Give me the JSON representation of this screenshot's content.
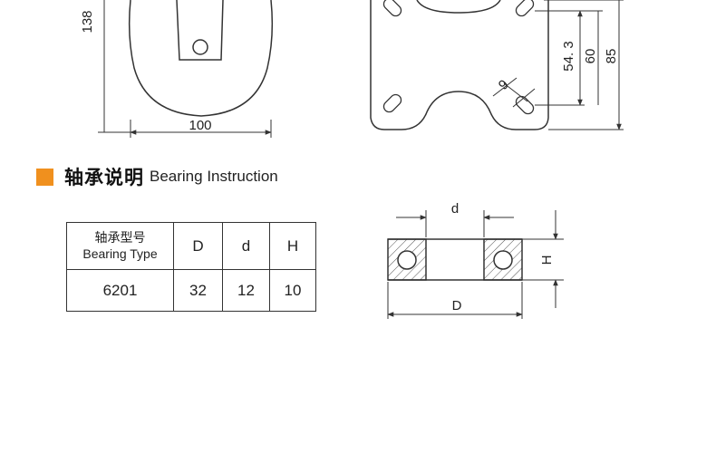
{
  "wheel_drawing": {
    "height_label": "138",
    "width_label": "100"
  },
  "plate_drawing": {
    "hole_pitch_label": "54. 3",
    "inner_label": "60",
    "outer_label": "85",
    "slot_label": "9"
  },
  "section": {
    "title_cn": "轴承说明",
    "title_en": "Bearing Instruction"
  },
  "table": {
    "headers": {
      "type_cn": "轴承型号",
      "type_en": "Bearing Type",
      "d_outer": "D",
      "d_inner": "d",
      "height": "H"
    },
    "row": {
      "type": "6201",
      "D": "32",
      "d": "12",
      "H": "10"
    }
  },
  "bearing_drawing": {
    "inner_label": "d",
    "outer_label": "D",
    "height_label": "H"
  },
  "colors": {
    "accent": "#f0901e",
    "line": "#333333"
  }
}
